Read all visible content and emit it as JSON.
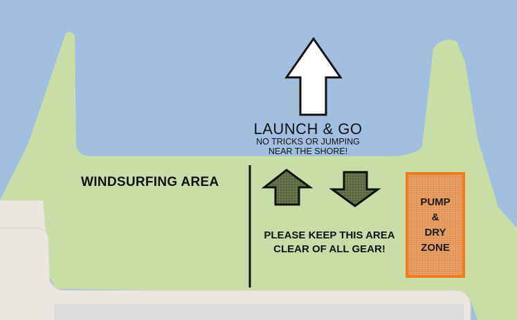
{
  "launch": {
    "title": "LAUNCH & GO",
    "note_line1": "NO TRICKS OR JUMPING",
    "note_line2": "NEAR THE SHORE!"
  },
  "windsurfing_label": "WINDSURFING AREA",
  "keep_clear": {
    "line1": "PLEASE KEEP THIS AREA",
    "line2": "CLEAR OF ALL GEAR!"
  },
  "pump_dry": {
    "line1": "PUMP",
    "line2": "&",
    "line3": "DRY",
    "line4": "ZONE"
  },
  "colors": {
    "water": "#a3bfdf",
    "grass": "#c9dea7",
    "pavement": "#ebe6e0",
    "road": "#dcdcdc",
    "zone_border": "#f47a20",
    "zone_fill": "#e8995a",
    "arrow_fill": "#5e6a45"
  },
  "icons": [
    "up-arrow-outline-icon",
    "up-arrow-filled-icon",
    "down-arrow-filled-icon"
  ]
}
